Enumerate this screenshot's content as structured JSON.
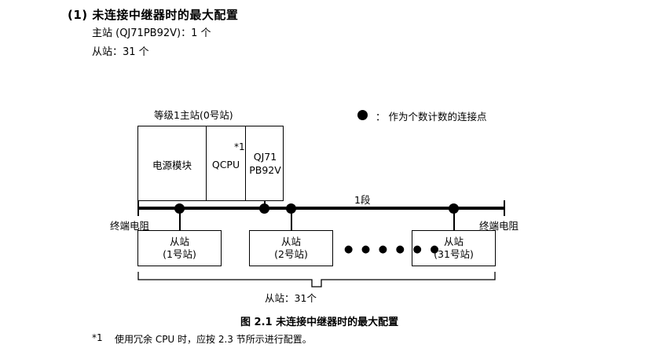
{
  "header": {
    "title": "(1) 未连接中继器时的最大配置",
    "line1": "主站 (QJ71PB92V)：1 个",
    "line2": "从站：31 个"
  },
  "legend": {
    "symbol": "filled-circle",
    "text": "： 作为个数计数的连接点"
  },
  "diagram": {
    "master_caption": "等级1主站(0号站)",
    "master_module": {
      "power_label": "电源模块",
      "cpu_label": "QCPU",
      "network_label_line1": "QJ71",
      "network_label_line2": "PB92V",
      "footnote_ref": "*1"
    },
    "segment_label": "1段",
    "terminator_left": "终端电阻",
    "terminator_right": "终端电阻",
    "slaves": [
      {
        "name": "从站",
        "station": "(1号站)"
      },
      {
        "name": "从站",
        "station": "(2号站)"
      },
      {
        "name": "从站",
        "station": "(31号站)"
      }
    ],
    "ellipsis": "● ● ● ● ● ●",
    "brace_label": "从站：31个"
  },
  "figure_caption": "图 2.1  未连接中继器时的最大配置",
  "footnote": {
    "mark": "*1",
    "text": "使用冗余 CPU 时，应按 2.3 节所示进行配置。"
  },
  "colors": {
    "ink": "#000000",
    "background": "#ffffff"
  }
}
